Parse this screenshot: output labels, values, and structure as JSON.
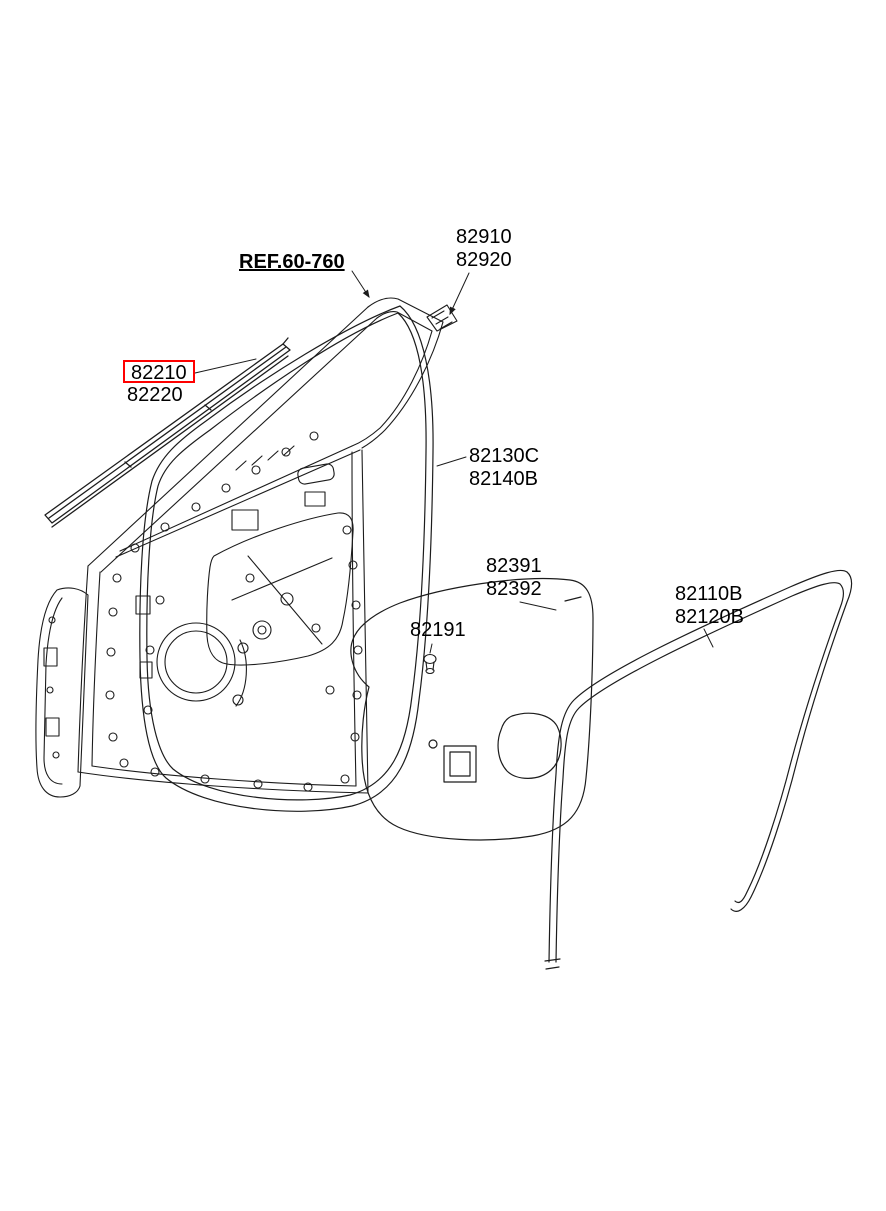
{
  "page": {
    "kind": "front-door-moulding-weatherstrip-diagram",
    "background": "#ffffff"
  },
  "colors": {
    "line": "#1c1c1c",
    "text": "#000000",
    "highlight_box": "#ff0000"
  },
  "labels": {
    "ref": {
      "text": "REF.60-760"
    },
    "part_82910": {
      "line1": "82910",
      "line2": "82920"
    },
    "part_82210": {
      "line1": "82210",
      "line2": "82220",
      "highlighted": true
    },
    "part_82130": {
      "line1": "82130C",
      "line2": "82140B"
    },
    "part_82391": {
      "line1": "82391",
      "line2": "82392"
    },
    "part_82191": {
      "line1": "82191"
    },
    "part_82110": {
      "line1": "82110B",
      "line2": "82120B"
    }
  }
}
